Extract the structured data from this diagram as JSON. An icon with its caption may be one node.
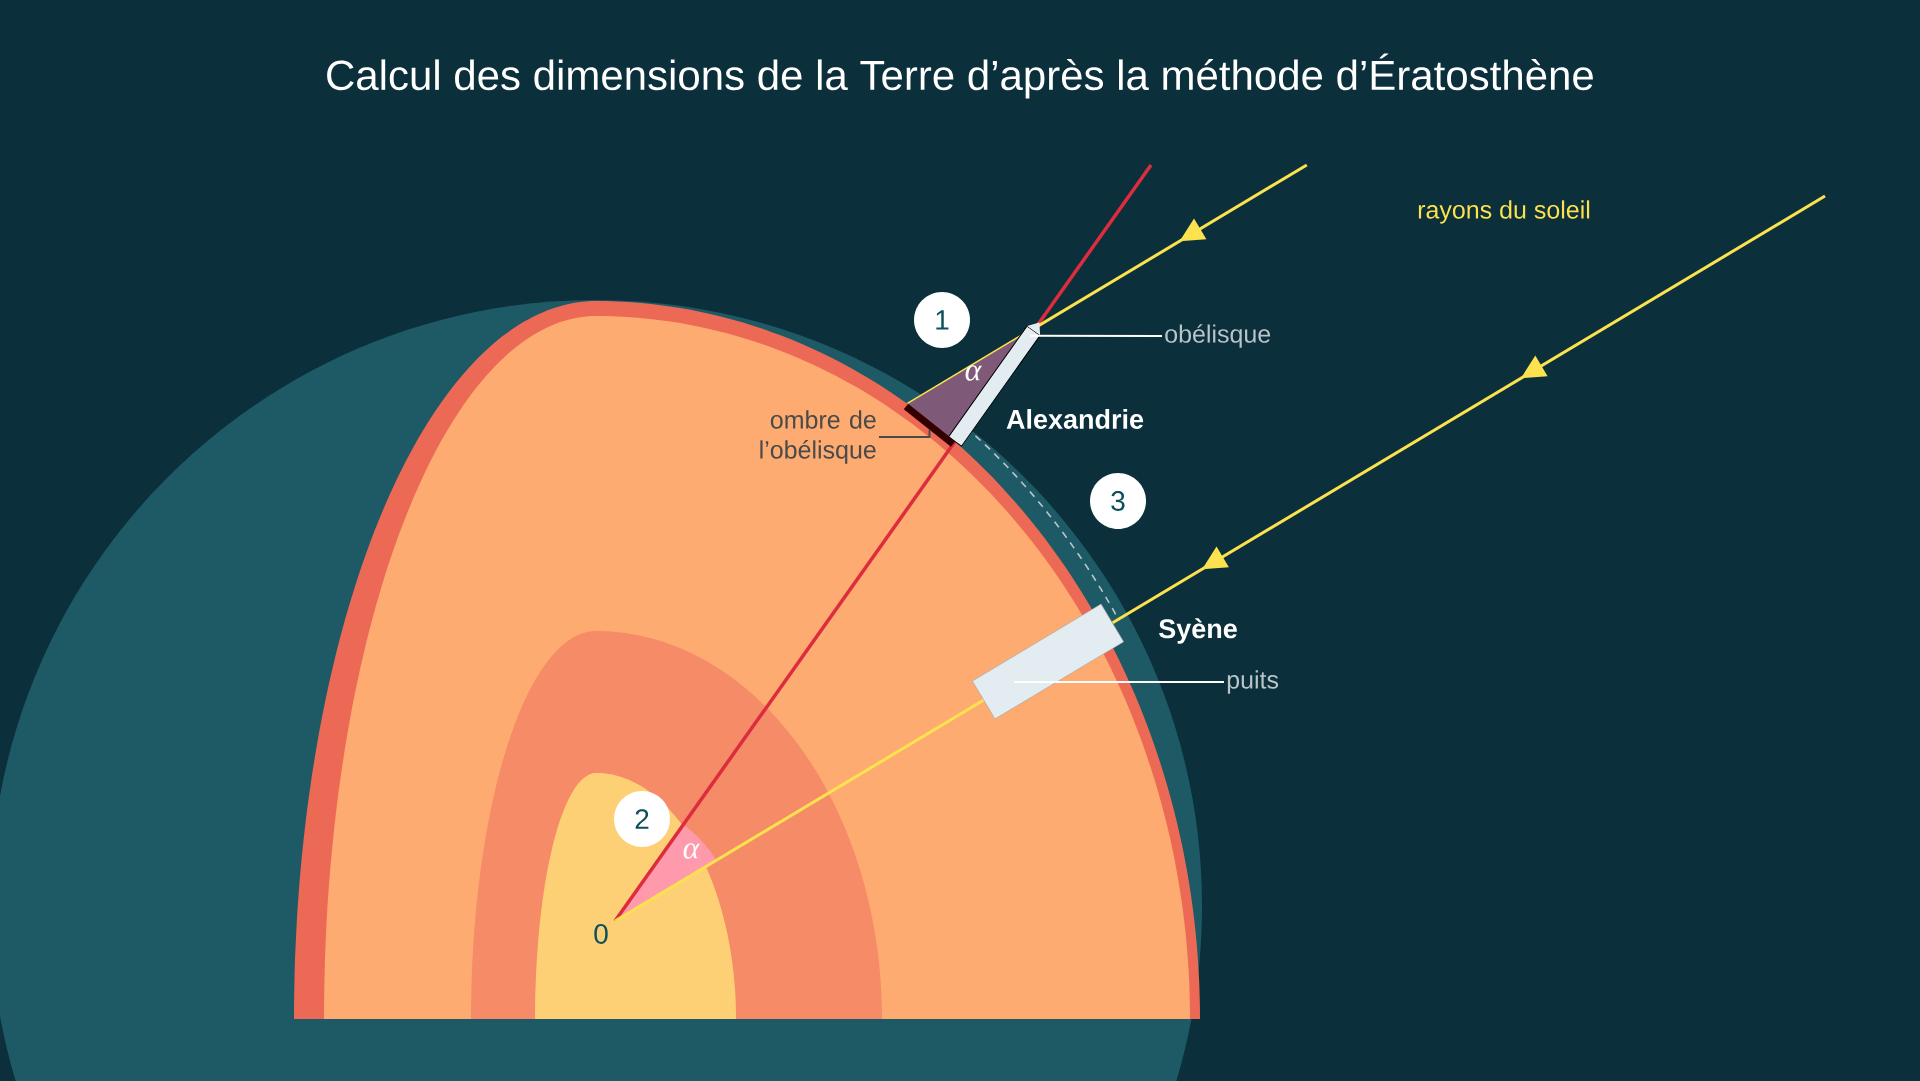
{
  "diagram": {
    "title": "Calcul des dimensions de la Terre d’après la méthode d’Ératosthène",
    "nodes": [
      {
        "text": [
          "obélisque"
        ]
      },
      {
        "text": [],
        "shape": "bar"
      },
      {
        "text": [
          "ombre de l’obélisque"
        ]
      },
      {
        "text": [],
        "shape": "bar"
      },
      {
        "text": [
          "puits"
        ]
      },
      {
        "text": [],
        "shape": "cylinder"
      }
    ],
    "edges": [
      {
        "from": 0,
        "to": 1,
        "arrow": "none"
      },
      {
        "from": 2,
        "to": 3,
        "arrow": "none",
        "color": "#4a4a4a"
      },
      {
        "from": 4,
        "to": 5,
        "arrow": "none"
      }
    ],
    "labels": [
      "rayons du soleil",
      "1",
      "α",
      "Alexandrie",
      "3",
      "Syène",
      "2",
      "α",
      "0"
    ]
  }
}
